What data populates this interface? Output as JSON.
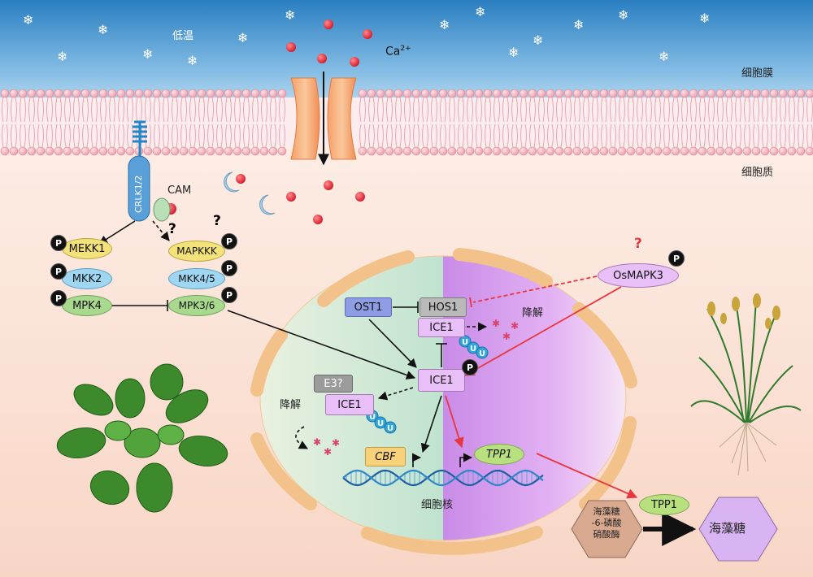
{
  "labels": {
    "low_temp": "低温",
    "calcium": "Ca",
    "calcium_charge": "2+",
    "membrane": "细胞膜",
    "cytoplasm": "细胞质",
    "nucleus": "细胞核",
    "cam": "CAM",
    "receptor": "CRLK1/2",
    "degrade_1": "降解",
    "degrade_2": "降解",
    "question": "?"
  },
  "proteins": {
    "mekk1": "MEKK1",
    "mkk2": "MKK2",
    "mpk4": "MPK4",
    "mapkkk": "MAPKKK",
    "mkk45": "MKK4/5",
    "mpk36": "MPK3/6",
    "ost1": "OST1",
    "hos1": "HOS1",
    "ice1_top": "ICE1",
    "ice1_mid": "ICE1",
    "ice1_left": "ICE1",
    "e3": "E3?",
    "cbf": "CBF",
    "tpp1_gene": "TPP1",
    "osmapk3": "OsMAPK3",
    "tpp1_protein": "TPP1",
    "tps": "海藻糖-6-磷酸硝酸酶",
    "tps_lines": [
      "海藻糖",
      "-6-磷酸",
      "硝酸酶"
    ],
    "trehalose": "海藻糖"
  },
  "marks": {
    "phospho": "P",
    "ubiquitin": "U"
  },
  "colors": {
    "sky_top": "#2a7fc1",
    "sky_bottom": "#cfe7f6",
    "cytoplasm": "#fbe3d6",
    "membrane_head": "#f4b9c3",
    "channel": "#f3a06d",
    "nucleus_left": "#d2ead5",
    "nucleus_right": "#d78ef2",
    "yellow_node": "#f3e17a",
    "blue_node": "#9fd6f2",
    "green_node": "#a9d98f",
    "purple_node": "#e8bff7",
    "grey_node": "#b9b9b9",
    "red_arrow": "#e8363e"
  }
}
